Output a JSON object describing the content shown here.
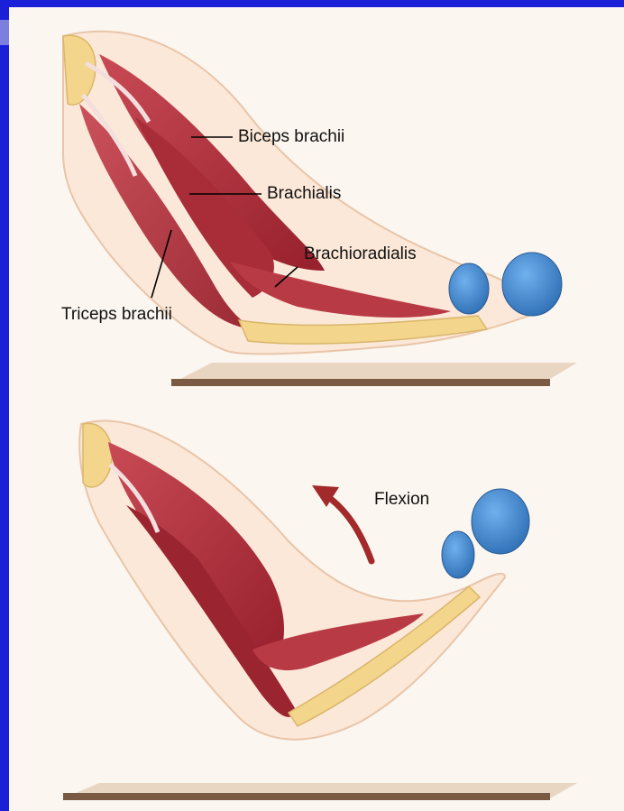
{
  "labels": {
    "biceps": "Biceps brachii",
    "brachialis": "Brachialis",
    "brachioradialis": "Brachioradialis",
    "triceps": "Triceps brachii",
    "flexion": "Flexion"
  },
  "colors": {
    "frame": "#1b20d8",
    "muscle": "#b8333f",
    "bone": "#f3d58b",
    "weight": "#4d93d9",
    "arrow": "#a32a2a"
  }
}
